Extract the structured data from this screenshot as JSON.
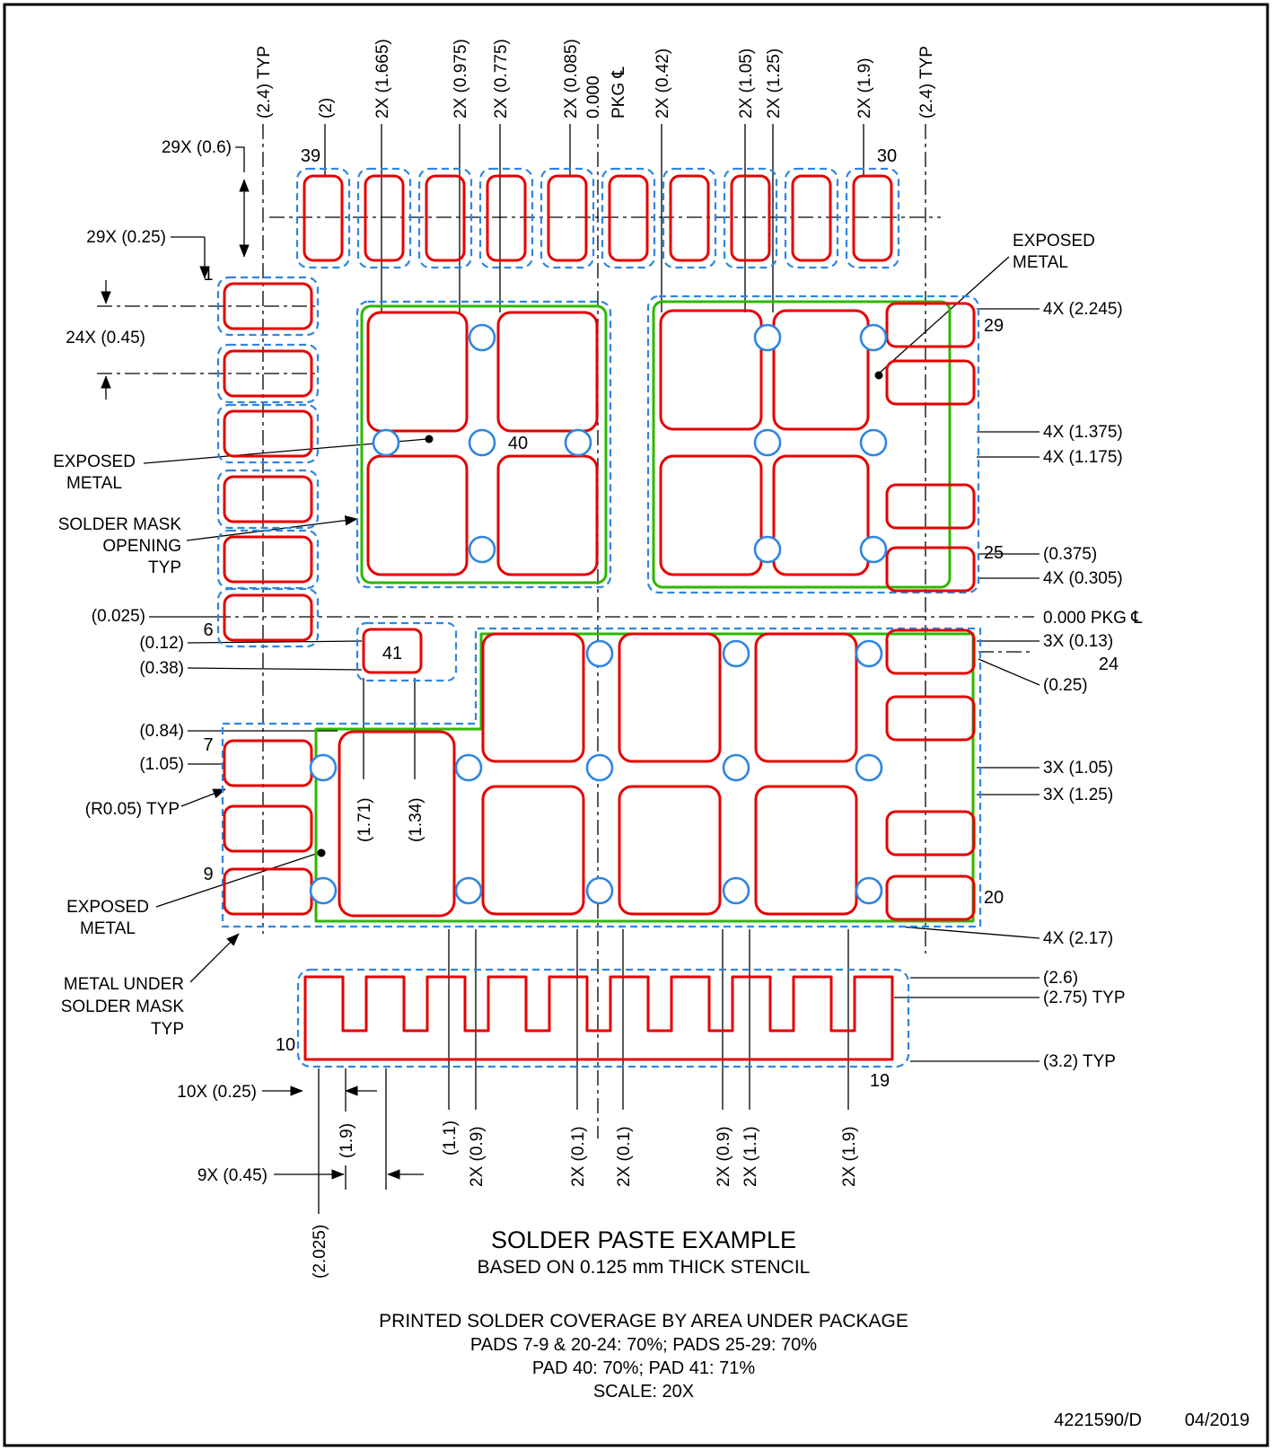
{
  "colors": {
    "paste": "#e60000",
    "mask": "#2e86e0",
    "metal": "#2db700",
    "line": "#000000"
  },
  "dims": {
    "top": [
      "(2.4) TYP",
      "(2)",
      "2X (1.665)",
      "2X (0.975)",
      "2X (0.775)",
      "2X (0.085)",
      "0.000",
      "PKG ℄",
      "2X (0.42)",
      "2X (1.05)",
      "2X (1.25)",
      "2X (1.9)",
      "(2.4) TYP"
    ],
    "left": [
      "29X (0.6)",
      "29X (0.25)",
      "24X (0.45)",
      "(0.025)",
      "(0.12)",
      "(0.38)",
      "(0.84)",
      "(1.05)",
      "(R0.05) TYP",
      "10X (0.25)",
      "9X (0.45)"
    ],
    "right": [
      "4X (2.245)",
      "4X (1.375)",
      "4X (1.175)",
      "(0.375)",
      "4X (0.305)",
      "0.000 PKG ℄",
      "3X (0.13)",
      "(0.25)",
      "3X (1.05)",
      "3X (1.25)",
      "4X (2.17)",
      "(2.6)",
      "(2.75) TYP",
      "(3.2) TYP"
    ],
    "bottom": [
      "(2.025)",
      "(1.9)",
      "(1.71)",
      "(1.34)",
      "(1.1)",
      "2X (0.9)",
      "2X (0.1)",
      "2X (0.1)",
      "2X (0.9)",
      "2X (1.1)",
      "2X (1.9)"
    ]
  },
  "pads": {
    "p1": "1",
    "p6": "6",
    "p7": "7",
    "p9": "9",
    "p10": "10",
    "p19": "19",
    "p20": "20",
    "p24": "24",
    "p25": "25",
    "p29": "29",
    "p30": "30",
    "p39": "39",
    "p40": "40",
    "p41": "41"
  },
  "ann": {
    "exposed_tr": [
      "EXPOSED",
      "METAL"
    ],
    "exposed_left": [
      "EXPOSED",
      "METAL"
    ],
    "solder_mask": [
      "SOLDER MASK",
      "OPENING",
      "TYP"
    ],
    "exposed_bl": [
      "EXPOSED",
      "METAL"
    ],
    "metal_under": [
      "METAL UNDER",
      "SOLDER MASK",
      "TYP"
    ]
  },
  "title": {
    "main": "SOLDER PASTE EXAMPLE",
    "sub": "BASED ON 0.125 mm THICK STENCIL",
    "coverage": "PRINTED SOLDER COVERAGE BY AREA UNDER PACKAGE",
    "coverage1": "PADS 7-9 & 20-24: 70%; PADS 25-29: 70%",
    "coverage2": "PAD 40: 70%; PAD 41: 71%",
    "scale": "SCALE: 20X",
    "doc": "4221590/D",
    "date": "04/2019"
  }
}
